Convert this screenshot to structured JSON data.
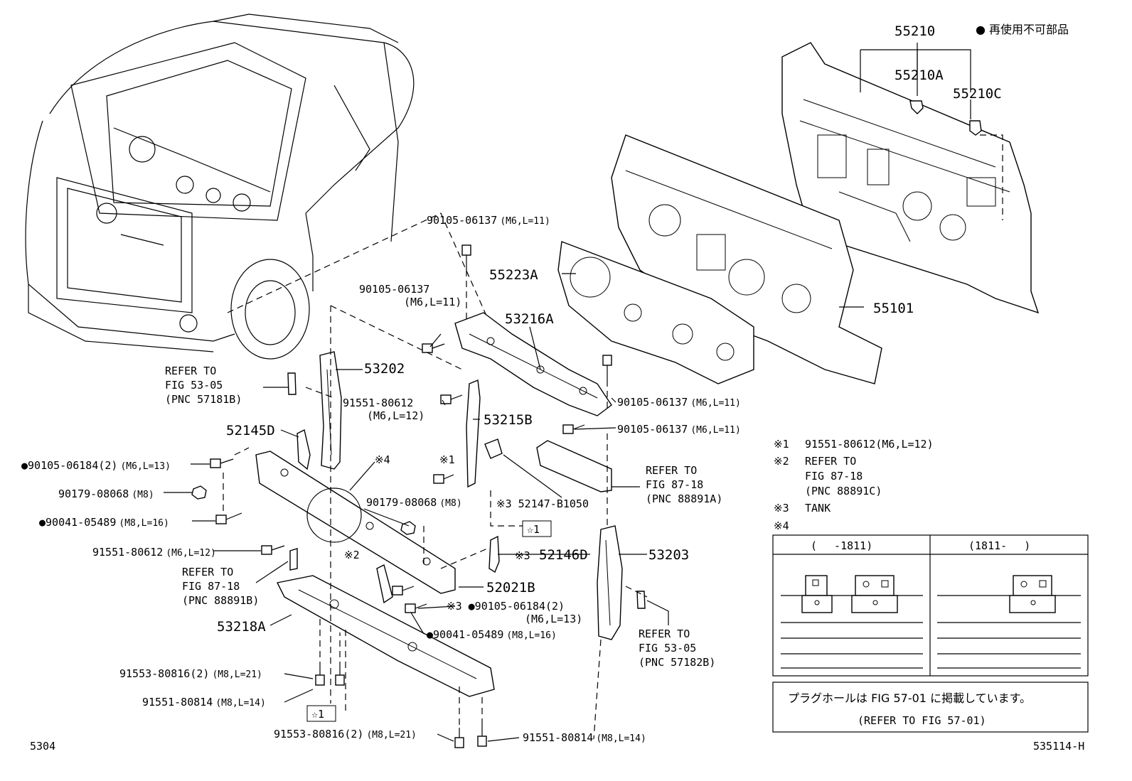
{
  "legend": {
    "dot_note": "● 再使用不可部品"
  },
  "callouts": {
    "c55210": "55210",
    "c55210A": "55210A",
    "c55210C": "55210C",
    "c55101": "55101",
    "c55223A": "55223A",
    "c53216A": "53216A",
    "c53202": "53202",
    "c53215B": "53215B",
    "c52145D": "52145D",
    "c52021B": "52021B",
    "c52146D": "52146D",
    "c53203": "53203",
    "c53218A": "53218A",
    "c52147": "※3 52147-B1050",
    "b90105_top": "90105-06137",
    "b90105_top_spec": "(M6,L=11)",
    "b90105_left": "90105-06137",
    "b90105_left_spec": "(M6,L=11)",
    "b90105_r1": "90105-06137",
    "b90105_r1_spec": "(M6,L=11)",
    "b90105_r2": "90105-06137",
    "b90105_r2_spec": "(M6,L=11)",
    "b91551_mid": "91551-80612",
    "b91551_mid_spec": "(M6,L=12)",
    "b90105_184_left": "●90105-06184(2)",
    "b90105_184_left_spec": "(M6,L=13)",
    "b90179_left": "90179-08068",
    "b90179_left_spec": "(M8)",
    "b90041_left": "●90041-05489",
    "b90041_left_spec": "(M8,L=16)",
    "b91551_left": "91551-80612",
    "b91551_left_spec": "(M6,L=12)",
    "b90179_mid": "90179-08068",
    "b90179_mid_spec": "(M8)",
    "b90105_184_mid": "※3 ●90105-06184(2)",
    "b90105_184_mid_spec": "(M6,L=13)",
    "b90041_mid": "●90041-05489",
    "b90041_mid_spec": "(M8,L=16)",
    "b91553_a": "91553-80816(2)",
    "b91553_a_spec": "(M8,L=21)",
    "b91551_814a": "91551-80814",
    "b91551_814a_spec": "(M8,L=14)",
    "b91553_b": "91553-80816(2)",
    "b91553_b_spec": "(M8,L=21)",
    "b91551_814b": "91551-80814",
    "b91551_814b_spec": "(M8,L=14)",
    "mark_x1": "※1",
    "mark_x2": "※2",
    "mark_x3": "※3",
    "mark_x4": "※4",
    "star1_a": "☆1",
    "star1_b": "☆1"
  },
  "refers": {
    "r_5305_left": [
      "REFER TO",
      "FIG 53-05",
      "(PNC 57181B)"
    ],
    "r_8718_left": [
      "REFER TO",
      "FIG 87-18",
      "(PNC 88891B)"
    ],
    "r_8718_right": [
      "REFER TO",
      "FIG 87-18",
      "(PNC 88891A)"
    ],
    "r_5305_right": [
      "REFER TO",
      "FIG 53-05",
      "(PNC 57182B)"
    ]
  },
  "notes": {
    "n1_mark": "※1",
    "n1_text": "91551-80612(M6,L=12)",
    "n2_mark": "※2",
    "n2_lines": [
      "REFER TO",
      "FIG 87-18",
      "(PNC 88891C)"
    ],
    "n3_mark": "※3",
    "n3_text": "TANK",
    "n4_mark": "※4"
  },
  "table": {
    "col1": "(　 -1811)",
    "col2": "(1811- 　)"
  },
  "plug_note": {
    "line1": "プラグホールは FIG 57-01 に掲載しています。",
    "line2": "(REFER TO FIG 57-01)"
  },
  "footer": {
    "left_code": "5304",
    "right_code": "535114-H"
  }
}
